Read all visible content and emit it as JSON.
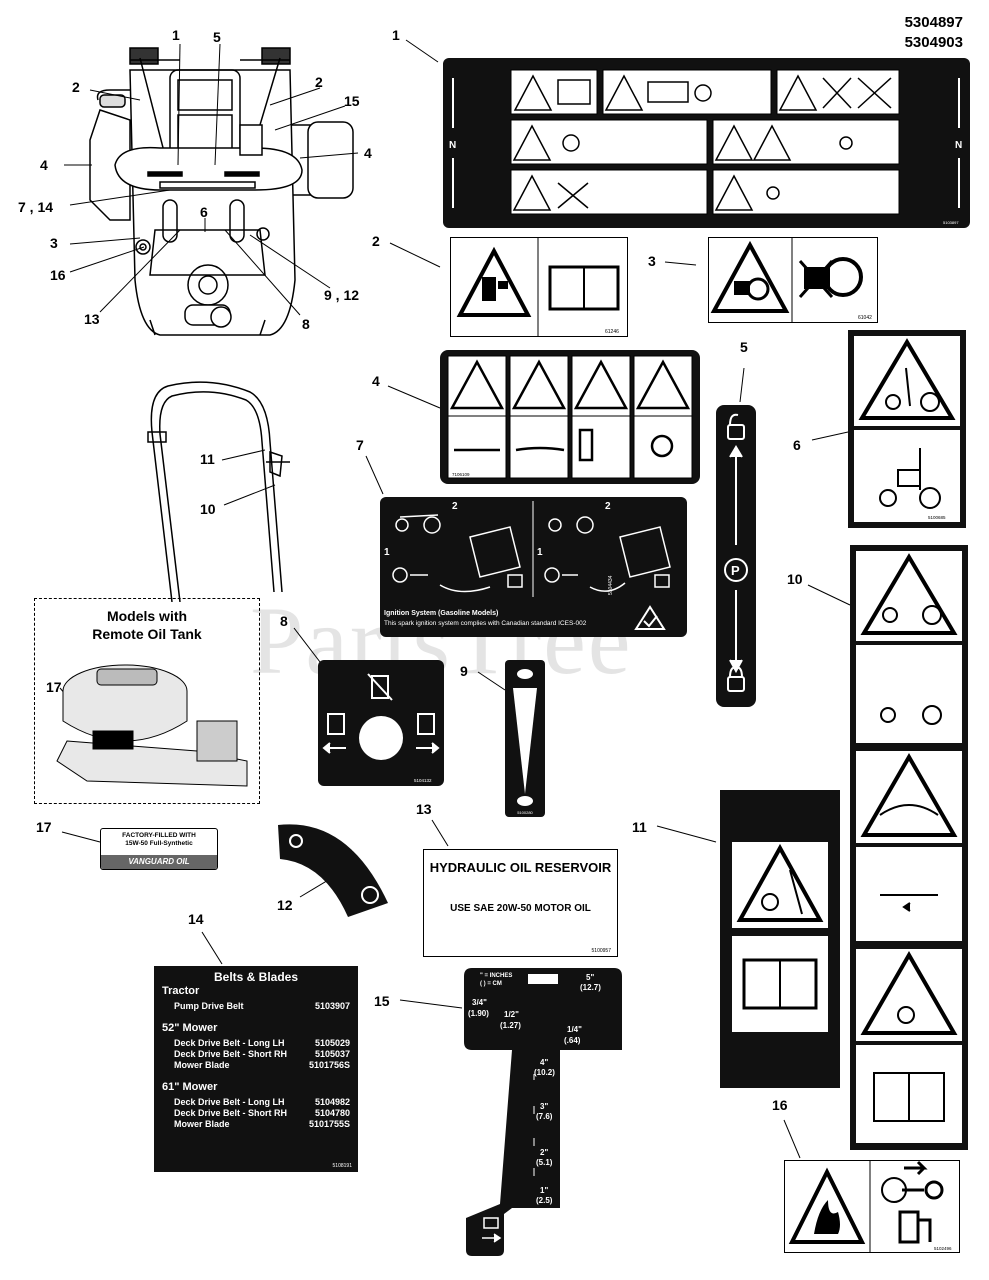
{
  "part_numbers": [
    "5304897",
    "5304903"
  ],
  "callouts": {
    "c1": "1",
    "c2": "2",
    "c3": "3",
    "c4": "4",
    "c5": "5",
    "c6": "6",
    "c7": "7",
    "c8": "8",
    "c9": "9",
    "c10": "10",
    "c11": "11",
    "c12": "12",
    "c13": "13",
    "c14": "14",
    "c15": "15",
    "c16": "16",
    "c17": "17",
    "c7_14": "7 , 14",
    "c9_12": "9 , 12"
  },
  "remote_oil": {
    "caption_line1": "Models with",
    "caption_line2": "Remote Oil Tank"
  },
  "oil_decal": {
    "line1": "FACTORY-FILLED WITH",
    "line2": "15W-50 Full-Synthetic",
    "brand": "VANGUARD OIL"
  },
  "ignition_decal": {
    "title": "Ignition System (Gasoline Models)",
    "text": "This spark ignition system complies with Canadian standard ICES-002",
    "code": "5104434",
    "step1": "1",
    "step2": "2"
  },
  "belts_blades": {
    "title": "Belts & Blades",
    "sections": [
      {
        "name": "Tractor",
        "rows": [
          {
            "item": "Pump Drive Belt",
            "part": "5103907"
          }
        ]
      },
      {
        "name": "52\" Mower",
        "rows": [
          {
            "item": "Deck Drive Belt - Long LH",
            "part": "5105029"
          },
          {
            "item": "Deck Drive Belt - Short RH",
            "part": "5105037"
          },
          {
            "item": "Mower Blade",
            "part": "5101756S"
          }
        ]
      },
      {
        "name": "61\" Mower",
        "rows": [
          {
            "item": "Deck Drive Belt - Long LH",
            "part": "5104982"
          },
          {
            "item": "Deck Drive Belt - Short RH",
            "part": "5104780"
          },
          {
            "item": "Mower Blade",
            "part": "5101755S"
          }
        ]
      }
    ],
    "code": "5108191"
  },
  "hydraulic_decal": {
    "title": "HYDRAULIC OIL RESERVOIR",
    "text": "USE SAE 20W-50 MOTOR OIL",
    "code": "5100957"
  },
  "height_decal": {
    "legend1": "\" = INCHES",
    "legend2": "( ) = CM",
    "h5": "5\"",
    "h5cm": "(12.7)",
    "h34": "3/4\"",
    "h34cm": "(1.90)",
    "h12": "1/2\"",
    "h12cm": "(1.27)",
    "h14": "1/4\"",
    "h14cm": "(.64)",
    "h4": "4\"",
    "h4cm": "(10.2)",
    "h3": "3\"",
    "h3cm": "(7.6)",
    "h2": "2\"",
    "h2cm": "(5.1)",
    "h1": "1\"",
    "h1cm": "(2.5)"
  },
  "decal_codes": {
    "d1": "5103897",
    "d2": "61246",
    "d3": "61042",
    "d4": "7106109",
    "d6": "5100685",
    "d8": "5104132",
    "d9": "5100280",
    "d16": "5102496"
  },
  "watermark": "PartsTree"
}
